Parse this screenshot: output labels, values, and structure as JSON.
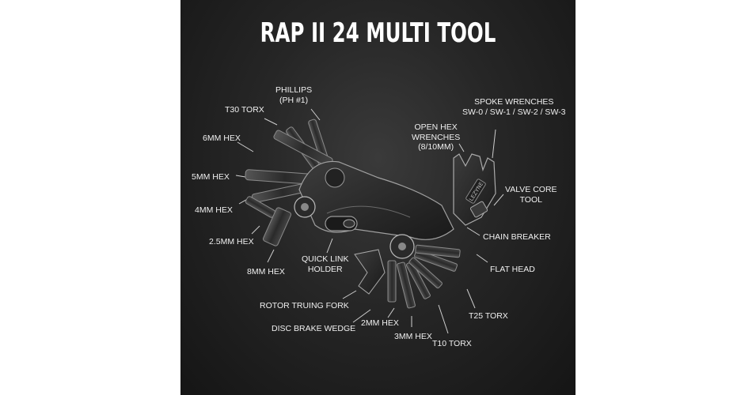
{
  "title": "RAP II 24 MULTI TOOL",
  "brand_mark": "LEZYNE",
  "labels": {
    "phillips": [
      "PHILLIPS",
      "(PH #1)"
    ],
    "t30": [
      "T30 TORX"
    ],
    "hex6": [
      "6MM HEX"
    ],
    "hex5": [
      "5MM HEX"
    ],
    "hex4": [
      "4MM HEX"
    ],
    "hex25": [
      "2.5MM HEX"
    ],
    "hex8": [
      "8MM HEX"
    ],
    "quicklink": [
      "QUICK LINK",
      "HOLDER"
    ],
    "rotor": [
      "ROTOR TRUING FORK"
    ],
    "disc": [
      "DISC BRAKE WEDGE"
    ],
    "hex2": [
      "2MM HEX"
    ],
    "hex3": [
      "3MM HEX"
    ],
    "t10": [
      "T10 TORX"
    ],
    "t25": [
      "T25 TORX"
    ],
    "flat": [
      "FLAT HEAD"
    ],
    "chain": [
      "CHAIN BREAKER"
    ],
    "valve": [
      "VALVE CORE",
      "TOOL"
    ],
    "openhex": [
      "OPEN HEX",
      "WRENCHES",
      "(8/10MM)"
    ],
    "spoke": [
      "SPOKE WRENCHES",
      "SW-0 / SW-1 / SW-2 / SW-3"
    ]
  },
  "colors": {
    "background": "#222222",
    "text": "#ffffff",
    "tool_stroke": "#9a9a9a"
  }
}
